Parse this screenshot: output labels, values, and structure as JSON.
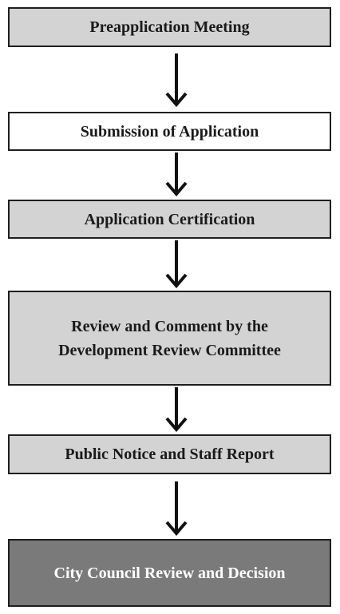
{
  "diagram": {
    "steps": [
      {
        "label": "Preapplication Meeting"
      },
      {
        "label": "Submission of Application"
      },
      {
        "label": "Application Certification"
      },
      {
        "label": "Review and Comment by the Development Review Committee"
      },
      {
        "label": "Public Notice and Staff Report"
      },
      {
        "label": "City Council Review and Decision"
      }
    ],
    "colors": {
      "box_light": "#d3d3d3",
      "box_white": "#ffffff",
      "box_dark": "#7a7a7a",
      "border": "#1e1e1e",
      "arrow": "#111111",
      "dark_box_text": "#ffffff"
    }
  }
}
